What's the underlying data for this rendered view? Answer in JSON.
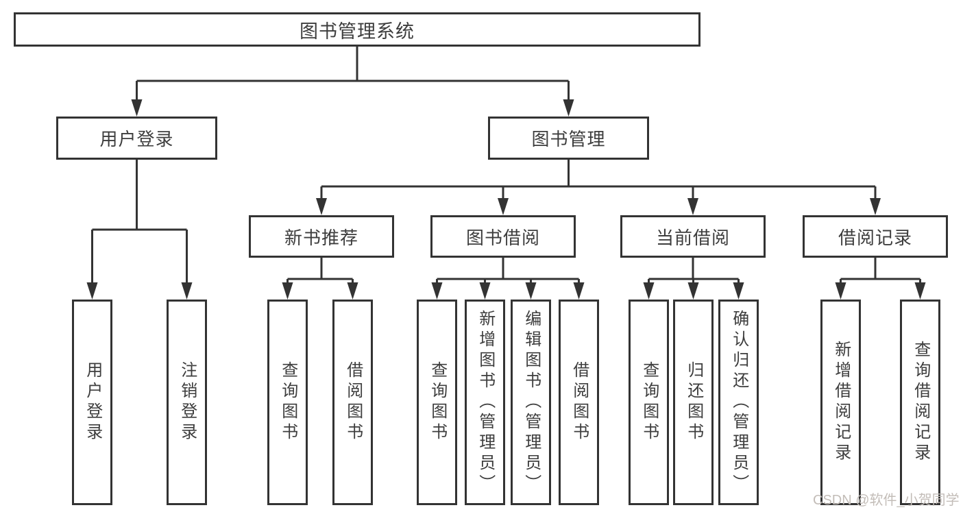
{
  "diagram": {
    "title": "图书管理系统",
    "type": "hierarchy"
  },
  "tree": {
    "label": "图书管理系统",
    "children": [
      {
        "label": "用户登录",
        "children": [
          {
            "label": "用户登录"
          },
          {
            "label": "注销登录"
          }
        ]
      },
      {
        "label": "图书管理",
        "children": [
          {
            "label": "新书推荐",
            "children": [
              {
                "label": "查询图书"
              },
              {
                "label": "借阅图书"
              }
            ]
          },
          {
            "label": "图书借阅",
            "children": [
              {
                "label": "查询图书"
              },
              {
                "label": "新增图书（管理员）"
              },
              {
                "label": "编辑图书（管理员）"
              },
              {
                "label": "借阅图书"
              }
            ]
          },
          {
            "label": "当前借阅",
            "children": [
              {
                "label": "查询图书"
              },
              {
                "label": "归还图书"
              },
              {
                "label": "确认归还（管理员）"
              }
            ]
          },
          {
            "label": "借阅记录",
            "children": [
              {
                "label": "新增借阅记录"
              },
              {
                "label": "查询借阅记录"
              }
            ]
          }
        ]
      }
    ]
  },
  "watermark": "CSDN @软件_小贺同学",
  "colors": {
    "line": "#333333",
    "box_border": "#333333",
    "text": "#3d3d3d",
    "background": "#ffffff",
    "watermark": "#c3bdb8"
  }
}
